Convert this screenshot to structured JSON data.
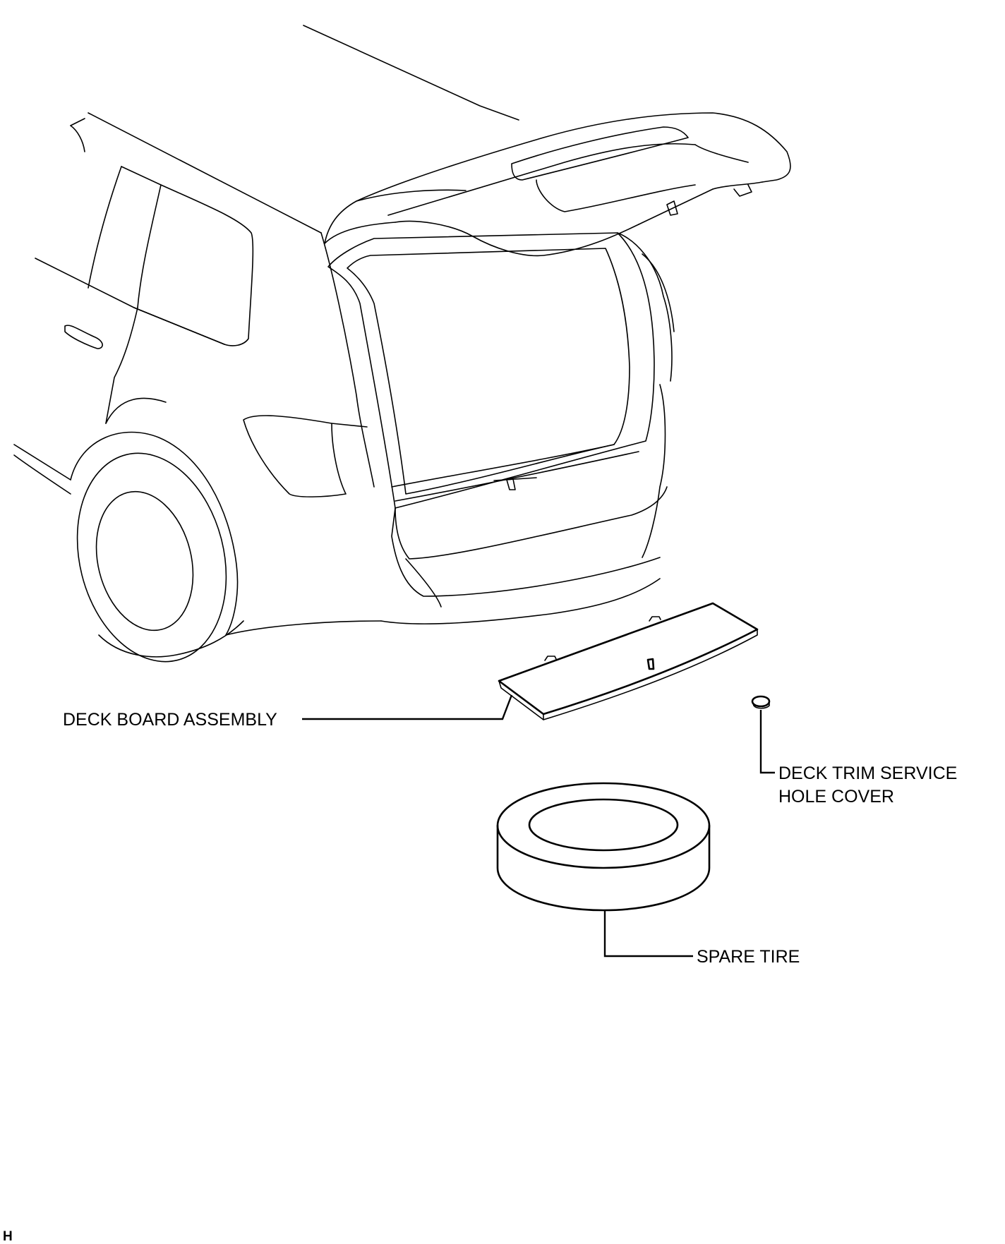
{
  "labels": {
    "deck_board": "DECK BOARD ASSEMBLY",
    "service_cover_line1": "DECK TRIM SERVICE",
    "service_cover_line2": "HOLE COVER",
    "spare_tire": "SPARE TIRE"
  },
  "corner_mark": "H"
}
